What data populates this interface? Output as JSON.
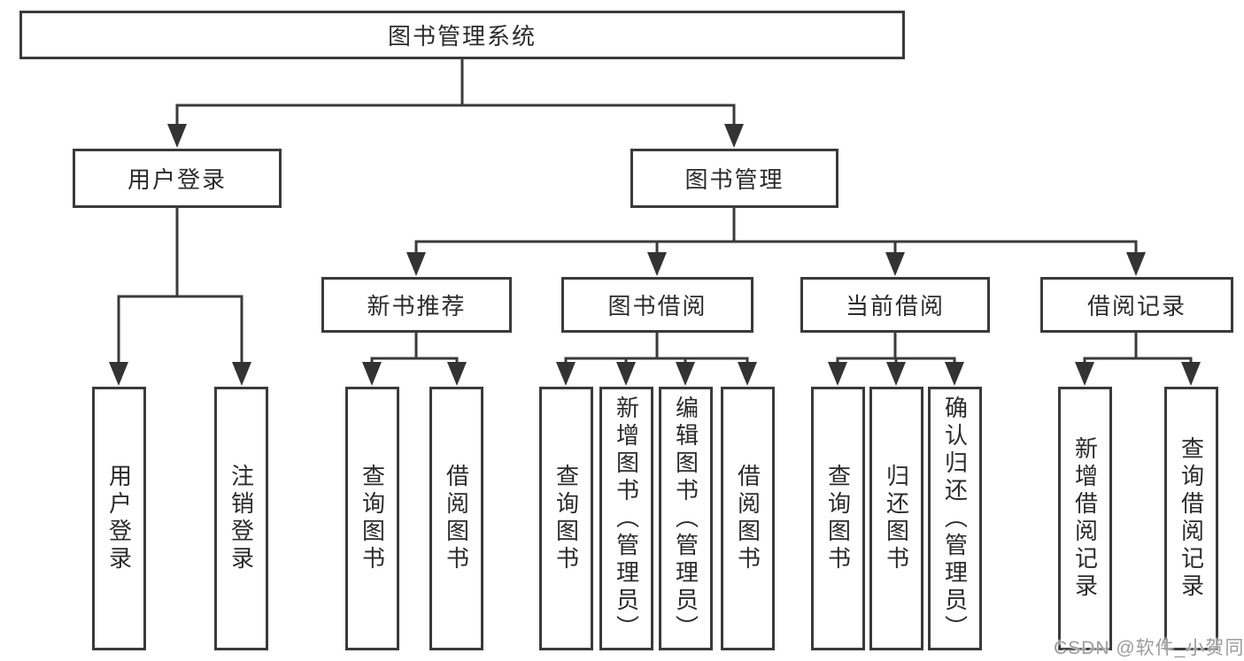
{
  "diagram": {
    "type": "hierarchy-tree",
    "colors": {
      "line": "#3a3a3a",
      "text": "#2b2b2b",
      "box_background": "#ffffff",
      "watermark": "#9c9c9c"
    },
    "root": {
      "label": "图书管理系统",
      "children": [
        {
          "label": "用户登录",
          "children": [
            {
              "label": "用户登录"
            },
            {
              "label": "注销登录"
            }
          ]
        },
        {
          "label": "图书管理",
          "children": [
            {
              "label": "新书推荐",
              "children": [
                {
                  "label": "查询图书"
                },
                {
                  "label": "借阅图书"
                }
              ]
            },
            {
              "label": "图书借阅",
              "children": [
                {
                  "label": "查询图书"
                },
                {
                  "label": "新增图书（管理员）"
                },
                {
                  "label": "编辑图书（管理员）"
                },
                {
                  "label": "借阅图书"
                }
              ]
            },
            {
              "label": "当前借阅",
              "children": [
                {
                  "label": "查询图书"
                },
                {
                  "label": "归还图书"
                },
                {
                  "label": "确认归还（管理员）"
                }
              ]
            },
            {
              "label": "借阅记录",
              "children": [
                {
                  "label": "新增借阅记录"
                },
                {
                  "label": "查询借阅记录"
                }
              ]
            }
          ]
        }
      ]
    }
  },
  "watermark": {
    "text": "CSDN @软件_小贺同学"
  }
}
